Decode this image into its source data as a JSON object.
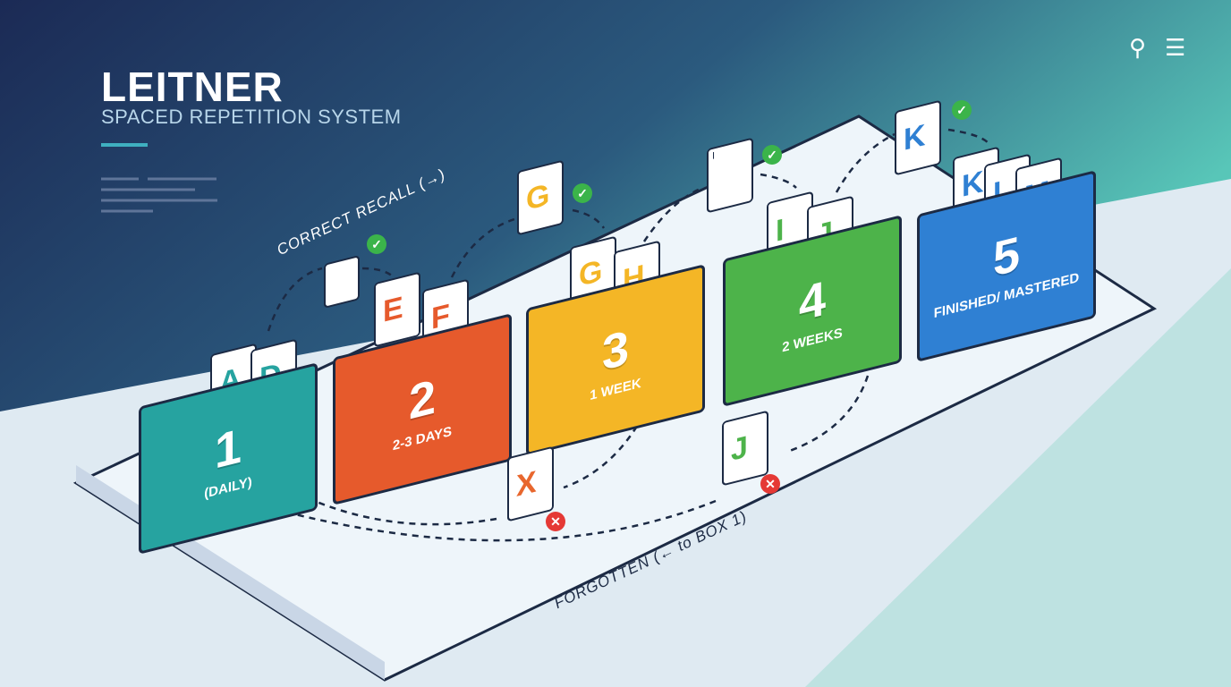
{
  "header": {
    "title": "LEITNER",
    "subtitle": "SPACED REPETITION SYSTEM",
    "icons": [
      "search-icon",
      "menu-icon"
    ]
  },
  "flows": {
    "correct": "CORRECT RECALL (→)",
    "forgotten": "FORGOTTEN (← to BOX 1)"
  },
  "boxes": [
    {
      "number": "1",
      "label": "(DAILY)",
      "color": "#26a3a0",
      "cards": [
        "A",
        "D"
      ]
    },
    {
      "number": "2",
      "label": "2-3 DAYS",
      "color": "#e65a2c",
      "cards": [
        "E",
        "F"
      ]
    },
    {
      "number": "3",
      "label": "1 WEEK",
      "color": "#f4b626",
      "cards": [
        "G",
        "H"
      ]
    },
    {
      "number": "4",
      "label": "2 WEEKS",
      "color": "#4db34a",
      "cards": [
        "I",
        "J"
      ]
    },
    {
      "number": "5",
      "label": "FINISHED/ MASTERED",
      "color": "#2f80d3",
      "cards": [
        "K",
        "L",
        "M"
      ]
    }
  ],
  "moving_cards": {
    "promoted": [
      "G",
      "I",
      "K"
    ],
    "forgotten": [
      "X",
      "J"
    ]
  },
  "colors": {
    "navy": "#1b2e57",
    "teal": "#4fc0b6",
    "check": "#3bb44a",
    "cross": "#e53935"
  }
}
